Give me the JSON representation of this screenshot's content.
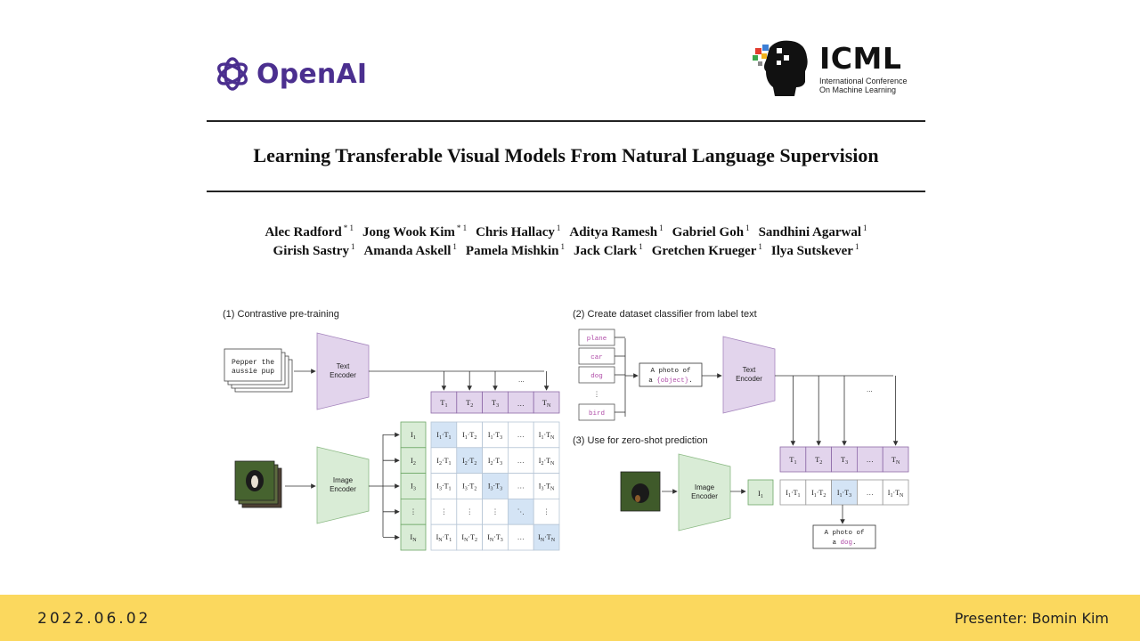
{
  "slide": {
    "openai_logo_text": "OpenAI",
    "icml_logo_text": "ICML",
    "icml_subtitle_line1": "International Conference",
    "icml_subtitle_line2": "On Machine Learning",
    "paper_title": "Learning Transferable Visual Models From Natural Language Supervision",
    "authors_line1": [
      {
        "name": "Alec Radford",
        "mark": "* 1"
      },
      {
        "name": "Jong Wook Kim",
        "mark": "* 1"
      },
      {
        "name": "Chris Hallacy",
        "mark": "1"
      },
      {
        "name": "Aditya Ramesh",
        "mark": "1"
      },
      {
        "name": "Gabriel Goh",
        "mark": "1"
      },
      {
        "name": "Sandhini Agarwal",
        "mark": "1"
      }
    ],
    "authors_line2": [
      {
        "name": "Girish Sastry",
        "mark": "1"
      },
      {
        "name": "Amanda Askell",
        "mark": "1"
      },
      {
        "name": "Pamela Mishkin",
        "mark": "1"
      },
      {
        "name": "Jack Clark",
        "mark": "1"
      },
      {
        "name": "Gretchen Krueger",
        "mark": "1"
      },
      {
        "name": "Ilya Sutskever",
        "mark": "1"
      }
    ],
    "footer_date": "2022.06.02",
    "footer_presenter": "Presenter: Bomin Kim"
  },
  "figure": {
    "panel1_label": "(1) Contrastive pre-training",
    "panel2_label": "(2) Create dataset classifier from label text",
    "panel3_label": "(3) Use for zero-shot prediction",
    "text_input_line1": "Pepper the",
    "text_input_line2": "aussie pup",
    "text_encoder_line1": "Text",
    "text_encoder_line2": "Encoder",
    "image_encoder_line1": "Image",
    "image_encoder_line2": "Encoder",
    "labels": [
      "plane",
      "car",
      "dog",
      "⋮",
      "bird"
    ],
    "template_line1": "A photo of",
    "template_line2_pre": "a ",
    "template_line2_obj": "{object}",
    "template_line2_post": ".",
    "result_line1": "A photo of",
    "result_line2_pre": "a ",
    "result_line2_obj": "dog",
    "result_line2_post": ".",
    "colors": {
      "text_encoder": "#e2d4ec",
      "image_encoder": "#d9ecd6",
      "text_cell": "#e2d4ec",
      "image_cell": "#d9ecd6",
      "diag_cell": "#d4e4f5",
      "purple_accent": "#b04ca8",
      "openai_purple": "#4b2f8f",
      "footer_yellow": "#fbd85e"
    }
  }
}
